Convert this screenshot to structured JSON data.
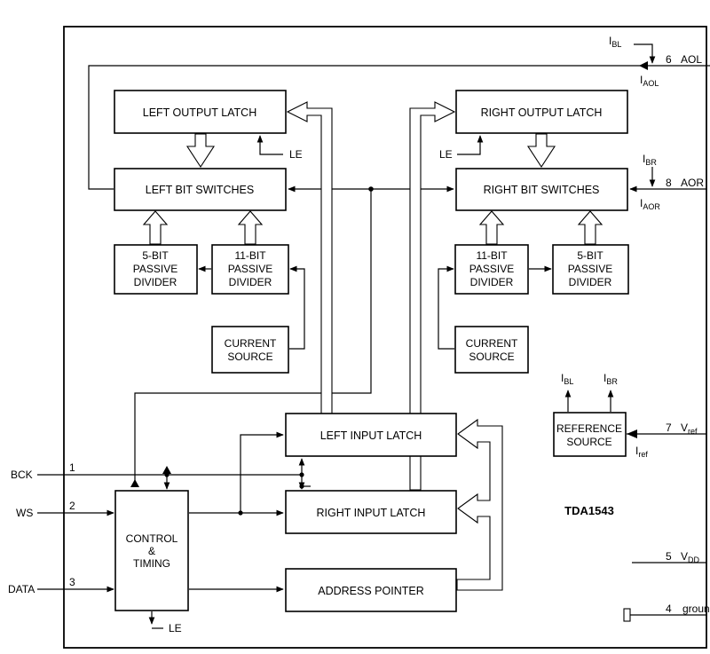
{
  "chip_name": "TDA1543",
  "blocks": {
    "left_output_latch": "LEFT OUTPUT LATCH",
    "right_output_latch": "RIGHT OUTPUT LATCH",
    "left_bit_switches": "LEFT BIT SWITCHES",
    "right_bit_switches": "RIGHT BIT SWITCHES",
    "left_5bit": [
      "5-BIT",
      "PASSIVE",
      "DIVIDER"
    ],
    "left_11bit": [
      "11-BIT",
      "PASSIVE",
      "DIVIDER"
    ],
    "right_11bit": [
      "11-BIT",
      "PASSIVE",
      "DIVIDER"
    ],
    "right_5bit": [
      "5-BIT",
      "PASSIVE",
      "DIVIDER"
    ],
    "left_current_source": [
      "CURRENT",
      "SOURCE"
    ],
    "right_current_source": [
      "CURRENT",
      "SOURCE"
    ],
    "reference_source": [
      "REFERENCE",
      "SOURCE"
    ],
    "left_input_latch": "LEFT INPUT LATCH",
    "right_input_latch": "RIGHT INPUT LATCH",
    "address_pointer": "ADDRESS POINTER",
    "control_timing": [
      "CONTROL",
      "&",
      "TIMING"
    ]
  },
  "signals": {
    "le": "LE",
    "ibl": {
      "main": "I",
      "sub": "BL"
    },
    "ibr": {
      "main": "I",
      "sub": "BR"
    },
    "iaol": {
      "main": "I",
      "sub": "AOL"
    },
    "iaor": {
      "main": "I",
      "sub": "AOR"
    },
    "iref": {
      "main": "I",
      "sub": "ref"
    }
  },
  "pins": [
    {
      "number": "1",
      "name": "BCK"
    },
    {
      "number": "2",
      "name": "WS"
    },
    {
      "number": "3",
      "name": "DATA"
    },
    {
      "number": "4",
      "name": "groun"
    },
    {
      "number": "5",
      "name_main": "V",
      "name_sub": "DD"
    },
    {
      "number": "6",
      "name": "AOL"
    },
    {
      "number": "7",
      "name_main": "V",
      "name_sub": "ref"
    },
    {
      "number": "8",
      "name": "AOR"
    }
  ]
}
